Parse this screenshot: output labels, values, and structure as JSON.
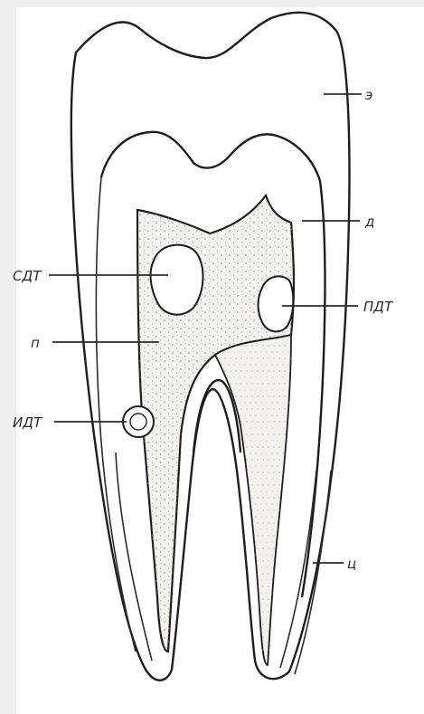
{
  "labels": {
    "enamel": "э",
    "dentin": "д",
    "cementum": "ц",
    "pulp": "п",
    "denticle_left_upper": "СДТ",
    "denticle_right": "ПДТ",
    "denticle_left_lower": "ИДТ"
  },
  "colors": {
    "background": "#efefef",
    "paper": "#ffffff",
    "ink": "#1e1e1e",
    "pulp_fill": "#f3f1ec"
  }
}
